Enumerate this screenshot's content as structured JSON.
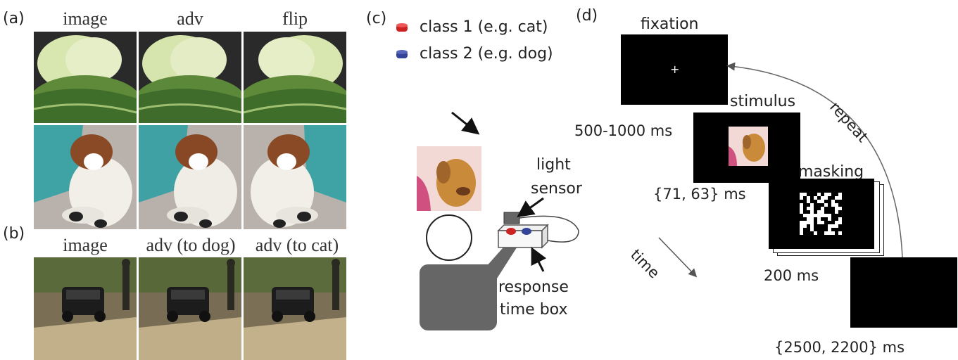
{
  "panel_a": {
    "label": "(a)",
    "columns": [
      "image",
      "adv",
      "flip"
    ]
  },
  "panel_b": {
    "label": "(b)",
    "columns": [
      "image",
      "adv (to dog)",
      "adv (to cat)"
    ]
  },
  "panel_c": {
    "label": "(c)",
    "legend": [
      {
        "text": "class 1 (e.g. cat)",
        "color": "#cc2222"
      },
      {
        "text": "class 2 (e.g. dog)",
        "color": "#334499"
      }
    ],
    "light_sensor": [
      "light",
      "sensor"
    ],
    "response_box": [
      "response",
      "time box"
    ]
  },
  "panel_d": {
    "label": "(d)",
    "fixation": "fixation",
    "stimulus": "stimulus",
    "masking": "masking",
    "repeat": "repeat",
    "time": "time",
    "t_fixation": "500-1000 ms",
    "t_stimulus": "{71, 63} ms",
    "t_mask": "200 ms",
    "t_response": "{2500, 2200} ms"
  }
}
